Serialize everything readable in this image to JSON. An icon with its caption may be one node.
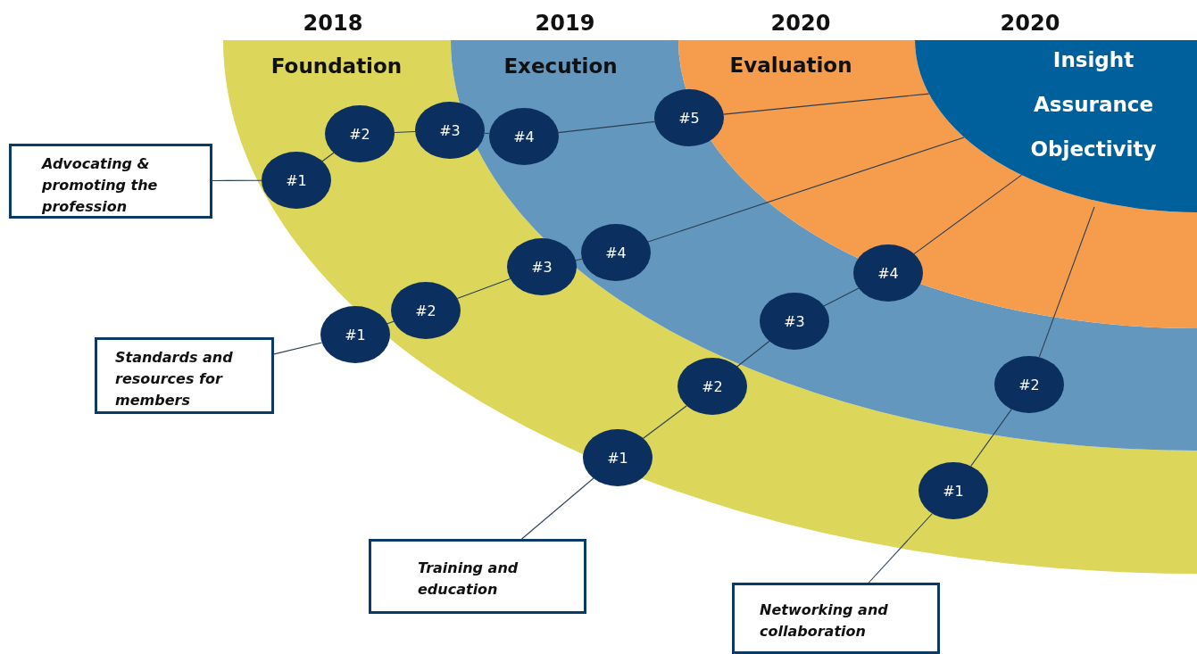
{
  "diagram": {
    "nodes": [
      {
        "text": [
          "Insight",
          "Assurance",
          "Objectivity"
        ]
      },
      {
        "text": [
          "Advocating & promoting the profession"
        ]
      },
      {
        "text": [
          "#1"
        ]
      },
      {
        "text": [
          "#2"
        ]
      },
      {
        "text": [
          "#3"
        ]
      },
      {
        "text": [
          "#4"
        ]
      },
      {
        "text": [
          "#5"
        ]
      },
      {
        "text": [
          "Standards and resources for members"
        ]
      },
      {
        "text": [
          "#1"
        ]
      },
      {
        "text": [
          "#2"
        ]
      },
      {
        "text": [
          "#3"
        ]
      },
      {
        "text": [
          "#4"
        ]
      },
      {
        "text": [
          "Training and education"
        ]
      },
      {
        "text": [
          "#1"
        ]
      },
      {
        "text": [
          "#2"
        ]
      },
      {
        "text": [
          "#3"
        ]
      },
      {
        "text": [
          "#4"
        ]
      },
      {
        "text": [
          "Networking and collaboration"
        ]
      },
      {
        "text": [
          "#1"
        ]
      },
      {
        "text": [
          "#2"
        ]
      }
    ],
    "edges": [
      {
        "from": 1,
        "to": 2,
        "arrow": "none"
      },
      {
        "from": 2,
        "to": 3,
        "arrow": "none"
      },
      {
        "from": 3,
        "to": 4,
        "arrow": "none"
      },
      {
        "from": 4,
        "to": 5,
        "arrow": "none"
      },
      {
        "from": 5,
        "to": 6,
        "arrow": "none"
      },
      {
        "from": 6,
        "to": 0,
        "arrow": "none"
      },
      {
        "from": 7,
        "to": 8,
        "arrow": "none"
      },
      {
        "from": 8,
        "to": 9,
        "arrow": "none"
      },
      {
        "from": 9,
        "to": 10,
        "arrow": "none"
      },
      {
        "from": 10,
        "to": 11,
        "arrow": "none"
      },
      {
        "from": 11,
        "to": 0,
        "arrow": "none"
      },
      {
        "from": 12,
        "to": 13,
        "arrow": "none"
      },
      {
        "from": 13,
        "to": 14,
        "arrow": "none"
      },
      {
        "from": 14,
        "to": 15,
        "arrow": "none"
      },
      {
        "from": 15,
        "to": 16,
        "arrow": "none"
      },
      {
        "from": 16,
        "to": 0,
        "arrow": "none"
      },
      {
        "from": 17,
        "to": 18,
        "arrow": "none"
      },
      {
        "from": 18,
        "to": 19,
        "arrow": "none"
      },
      {
        "from": 19,
        "to": 0,
        "arrow": "none"
      }
    ],
    "labels": [
      "2018",
      "2019",
      "2020",
      "2020",
      "Foundation",
      "Execution",
      "Evaluation"
    ]
  }
}
